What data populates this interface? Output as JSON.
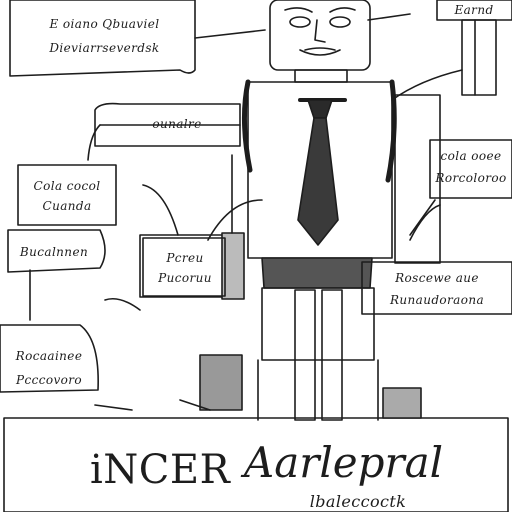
{
  "scene": {
    "kind": "pencil-sketch",
    "ink_color": "#1d1d1d",
    "paper_color": "#ffffff"
  },
  "labels": {
    "top_left_line1": "E oiano Qbuaviel",
    "top_left_line2": "Dieviarrseverdsk",
    "top_right": "Earnd",
    "left_mid": "ounalre",
    "left_upper_box_line1": "Cola  cocol",
    "left_upper_box_line2": "Cuanda",
    "left_lower_box": "Bucalnnen",
    "center_sign_line1": "Pcreu",
    "center_sign_line2": "Pucoruu",
    "right_upper_box_line1": "cola  ooee",
    "right_upper_box_line2": "Rorcoloroo",
    "right_lower_box_line1": "Roscewe aue",
    "right_lower_box_line2": "Runaudoraona",
    "bottom_left_box_line1": "Rocaainee",
    "bottom_left_box_line2": "Pcccovoro",
    "bottom_title_left": "iNCER",
    "bottom_title_right": "Aarlepral",
    "bottom_subtitle": "lbaleccoctk"
  }
}
